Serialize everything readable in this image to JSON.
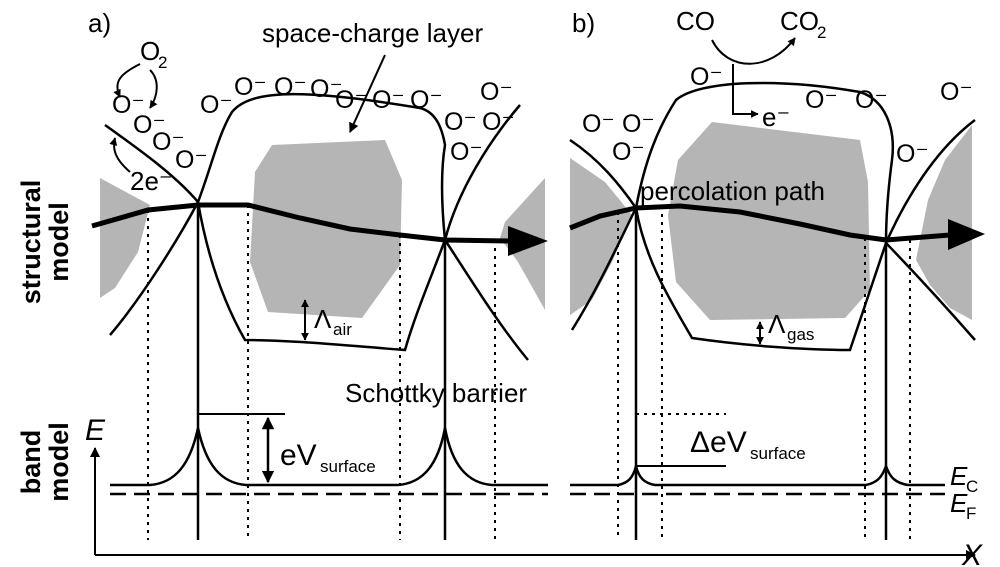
{
  "panels": {
    "a": {
      "label": "a)",
      "o2": {
        "base": "O",
        "sub": "2"
      },
      "electrons": "2e⁻",
      "space_charge_label": "space-charge layer",
      "lambda": {
        "symbol": "Λ",
        "sub": "air"
      },
      "schottky_label": "Schottky barrier",
      "ev": {
        "base": "eV",
        "sub": "surface"
      }
    },
    "b": {
      "label": "b)",
      "co": "CO",
      "co2": {
        "base": "CO",
        "sub": "2"
      },
      "electron": "e⁻",
      "percolation_label": "percolation path",
      "lambda": {
        "symbol": "Λ",
        "sub": "gas"
      },
      "dev": {
        "base": "ΔeV",
        "sub": "surface"
      }
    }
  },
  "ion_label": "O⁻",
  "row_labels": {
    "structural": [
      "structural",
      "model"
    ],
    "band": [
      "band",
      "model"
    ]
  },
  "axes": {
    "e": "E",
    "x": "X"
  },
  "levels": {
    "ec": {
      "base": "E",
      "sub": "C"
    },
    "ef": {
      "base": "E",
      "sub": "F"
    }
  }
}
